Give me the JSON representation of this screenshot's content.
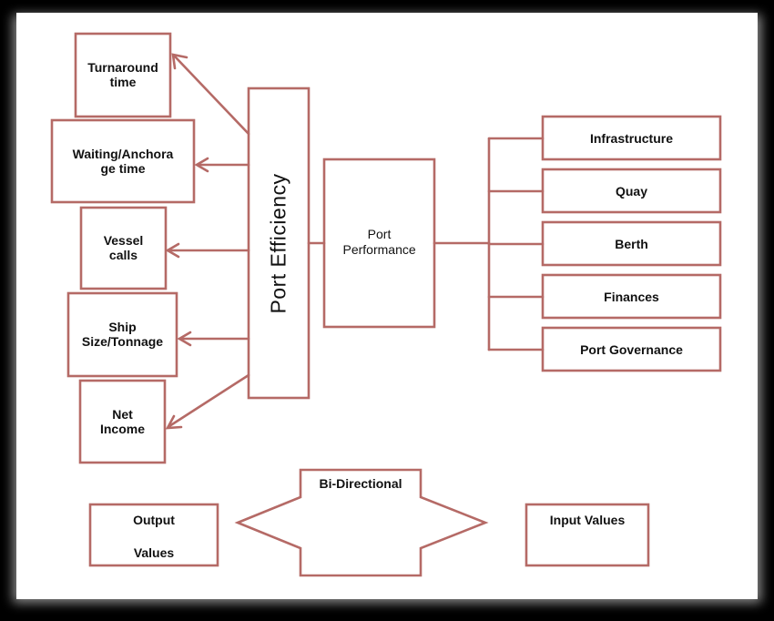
{
  "diagram": {
    "center": {
      "efficiency": "Port Efficiency",
      "performance": "Port Performance"
    },
    "outputs": [
      "Turnaround time",
      "Waiting/Anchorage time",
      "Vessel calls",
      "Ship Size/Tonnage",
      "Net Income"
    ],
    "output_lines": [
      [
        "Turnaround",
        "time"
      ],
      [
        "Waiting/Anchora",
        "ge time"
      ],
      [
        "Vessel",
        "calls"
      ],
      [
        "Ship",
        "Size/Tonnage"
      ],
      [
        "Net",
        "Income"
      ]
    ],
    "inputs": [
      "Infrastructure",
      "Quay",
      "Berth",
      "Finances",
      "Port Governance"
    ],
    "legend": {
      "output_title": "Output",
      "output_sub": "Values",
      "bidirectional": "Bi-Directional",
      "input": "Input Values"
    },
    "colors": {
      "stroke": "#b56a66",
      "background": "#ffffff",
      "border": "#000000"
    }
  }
}
